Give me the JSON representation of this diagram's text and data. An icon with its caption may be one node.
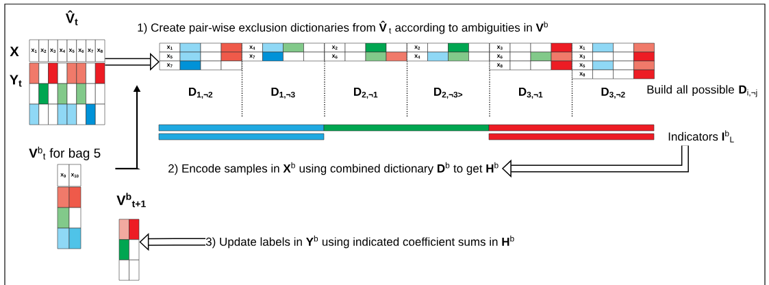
{
  "diagram": {
    "nodes": [
      {
        "text": [
          "V̂$_{t}$",
          "x$_{1}$",
          "x$_{2}$",
          "x$_{3}$",
          "x$_{4}$",
          "x$_{5}$",
          "x$_{6}$",
          "x$_{7}$",
          "x$_{8}$"
        ],
        "beside": [
          "X",
          "Y$_{t}$"
        ]
      },
      {
        "text": [
          "x$_{1}$",
          "x$_{5}$",
          "x$_{7}$",
          "D$_{1,¬2}$"
        ]
      },
      {
        "text": [
          "x$_{4}$",
          "x$_{7}$",
          "D$_{1,¬3}$"
        ]
      },
      {
        "text": [
          "x$_{2}$",
          "x$_{6}$",
          "D$_{2,¬1}$"
        ]
      },
      {
        "text": [
          "x$_{2}$",
          "x$_{4}$",
          "D$_{2,¬3>}$"
        ]
      },
      {
        "text": [
          "x$_{3}$",
          "x$_{6}$",
          "x$_{8}$",
          "D$_{3,¬1}$"
        ]
      },
      {
        "text": [
          "x$_{1}$",
          "x$_{3}$",
          "x$_{5}$",
          "x$_{8}$",
          "D$_{3,¬2}$"
        ]
      },
      {
        "text": [],
        "shape": "bar",
        "beside": [
          "Indicators **I**$^{b}$$_{L}$"
        ]
      },
      {
        "text": [
          "2) Encode samples in **X**$^{b}$ using combined dictionary **D**$^{b}$ to get **H**$^{b}$"
        ]
      },
      {
        "text": [
          "**V**$^{b}$$_{t}$ for bag 5",
          "x$_{9}$",
          "x$_{10}$"
        ]
      },
      {
        "text": [
          "V$^{b}$$_{t+1}$"
        ]
      },
      {
        "text": [
          "3) Update labels in **Y**$^{b}$ using indicated coefficient sums in **H**$^{b}$"
        ]
      }
    ],
    "edges": [
      {
        "from": 0,
        "to": 1,
        "arrow": "to"
      },
      {
        "from": 9,
        "to": null,
        "arrow": "to"
      },
      {
        "from": 7,
        "to": 8,
        "arrow": "to"
      },
      {
        "from": 11,
        "to": 10,
        "arrow": "to"
      }
    ],
    "labels": [
      "1) Create pair-wise exclusion dictionaries from **V̂**$_{t}$ according to ambiguities in **V**$^{b}$",
      "Build all possible **D**$_{i,¬j}$"
    ]
  }
}
